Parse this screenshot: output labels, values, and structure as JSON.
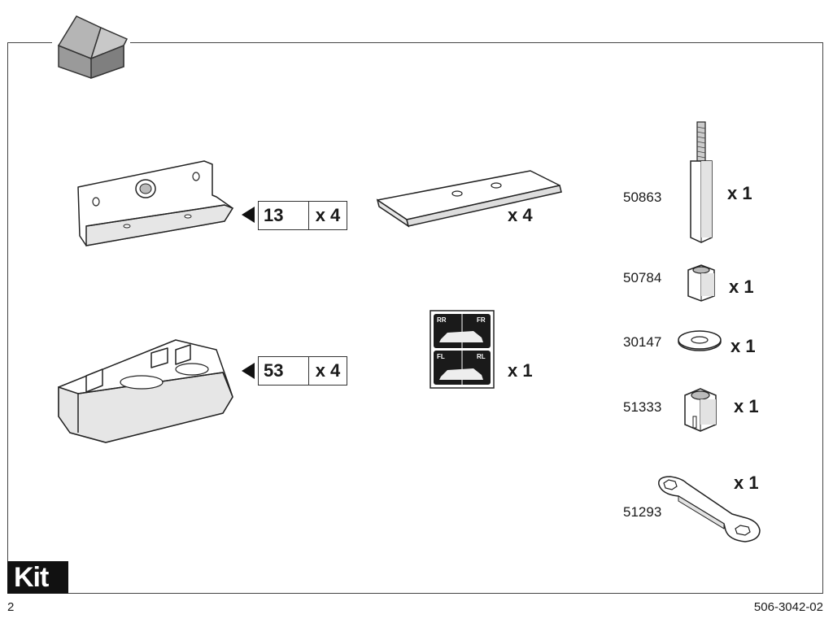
{
  "page": {
    "kit_label": "Kit",
    "page_number": "2",
    "document_code": "506-3042-02"
  },
  "parts": {
    "bracket": {
      "ref": "13",
      "qty": "x 4"
    },
    "pad_strip": {
      "qty": "x 4"
    },
    "foot": {
      "ref": "53",
      "qty": "x 4"
    },
    "sticker": {
      "qty": "x 1",
      "labels": [
        "RR",
        "FR",
        "FL",
        "RL"
      ]
    },
    "bolt": {
      "ref": "50863",
      "qty": "x 1"
    },
    "nut": {
      "ref": "50784",
      "qty": "x 1"
    },
    "washer": {
      "ref": "30147",
      "qty": "x 1"
    },
    "sleeve": {
      "ref": "51333",
      "qty": "x 1"
    },
    "wrench": {
      "ref": "51293",
      "qty": "x 1"
    }
  }
}
